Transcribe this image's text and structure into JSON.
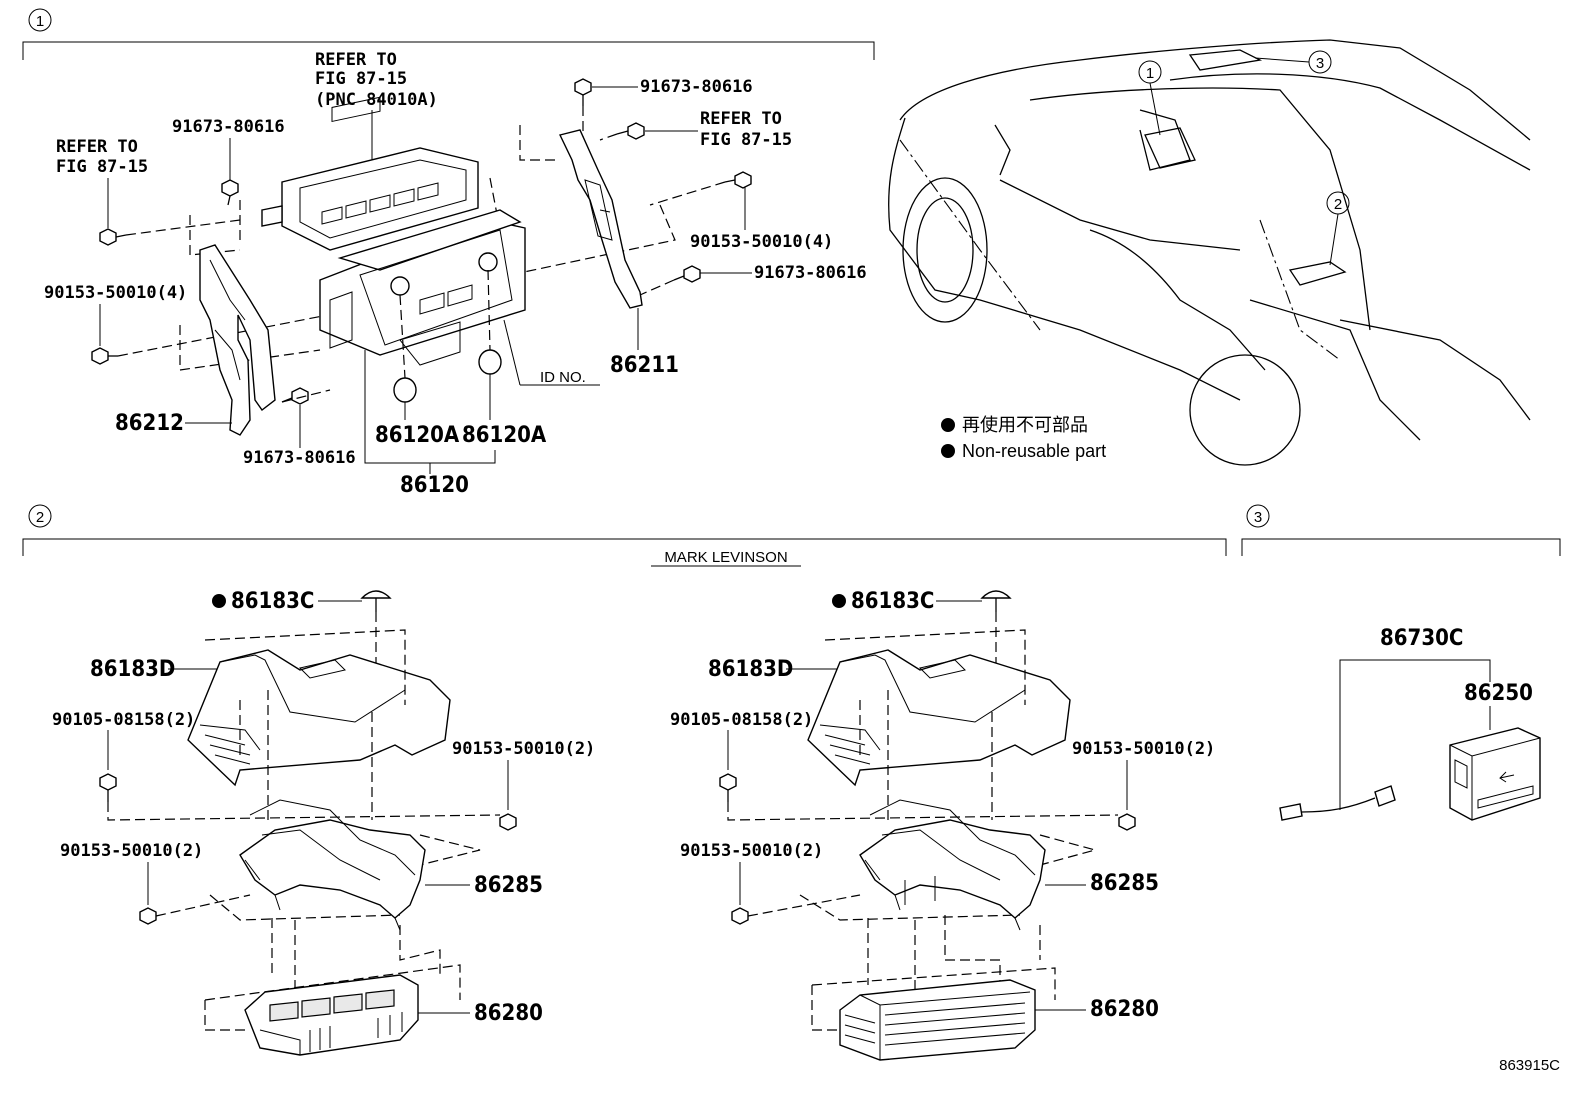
{
  "sections": {
    "s1": {
      "marker": "1"
    },
    "s2": {
      "marker": "2",
      "title": "MARK LEVINSON"
    },
    "s3": {
      "marker": "3"
    }
  },
  "vehicle_callouts": [
    "1",
    "2",
    "3"
  ],
  "legend": {
    "jp": "再使用不可部品",
    "en": "Non-reusable part"
  },
  "labels_s1": {
    "refer_top_1": "REFER TO",
    "refer_top_2": "FIG 87-15",
    "refer_top_3": "(PNC 84010A)",
    "refer_left_1": "REFER TO",
    "refer_left_2": "FIG 87-15",
    "refer_right_1": "REFER TO",
    "refer_right_2": "FIG 87-15",
    "bolt_91673_a": "91673-80616",
    "bolt_91673_b": "91673-80616",
    "bolt_91673_c": "91673-80616",
    "bolt_91673_d": "91673-80616",
    "screw_90153_left": "90153-50010(4)",
    "screw_90153_right": "90153-50010(4)",
    "bracket_left": "86212",
    "bracket_right": "86211",
    "knob_a": "86120A",
    "knob_b": "86120A",
    "assy": "86120",
    "id_no": "ID NO."
  },
  "labels_s2_left": {
    "clip": "86183C",
    "cover": "86183D",
    "bolt_90105": "90105-08158(2)",
    "screw_90153_r": "90153-50010(2)",
    "screw_90153_l": "90153-50010(2)",
    "bracket": "86285",
    "amp": "86280"
  },
  "labels_s2_right": {
    "clip": "86183C",
    "cover": "86183D",
    "bolt_90105": "90105-08158(2)",
    "screw_90153_r": "90153-50010(2)",
    "screw_90153_l": "90153-50010(2)",
    "bracket": "86285",
    "amp": "86280"
  },
  "labels_s3": {
    "assy": "86730C",
    "module": "86250"
  },
  "figure_code": "863915C"
}
